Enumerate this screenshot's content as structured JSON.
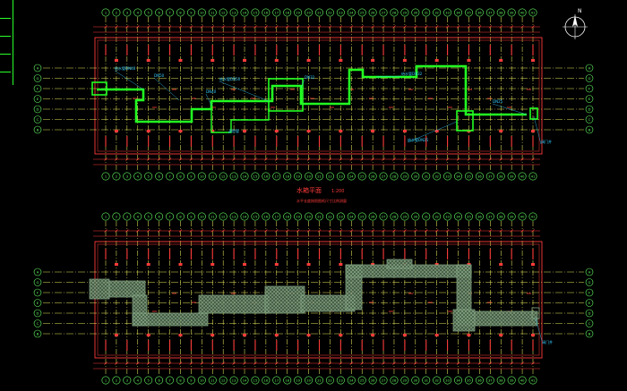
{
  "drawing": {
    "plan_title": "水箱平面",
    "plan_scale": "1:200",
    "plan_note": "水平长度按照图纸尺寸比例测量",
    "north_label": "N",
    "colors": {
      "background": "#000000",
      "axis_line": "#ffff66",
      "wall": "#ff3b3b",
      "grid_bubble": "#66ff66",
      "pipe": "#22ff22",
      "hatch": "#88aa88",
      "annotation": "#33ccff"
    }
  },
  "grid": {
    "columns_top": [
      "1",
      "2",
      "3",
      "4",
      "5",
      "6",
      "7",
      "8",
      "9",
      "10",
      "11",
      "12",
      "13",
      "14",
      "15",
      "16",
      "17",
      "18",
      "19",
      "20",
      "21",
      "22",
      "23",
      "24",
      "25",
      "26",
      "27",
      "28",
      "29",
      "30",
      "31",
      "32",
      "33",
      "34",
      "35",
      "36",
      "37",
      "38",
      "39",
      "40",
      "41"
    ],
    "columns_bottom": [
      "1",
      "2",
      "3",
      "4",
      "5",
      "6",
      "7",
      "8",
      "9",
      "10",
      "11",
      "12",
      "13",
      "14",
      "15",
      "16",
      "17",
      "18",
      "19",
      "20",
      "21",
      "22",
      "23",
      "24",
      "25",
      "26",
      "27",
      "28",
      "29",
      "30",
      "31",
      "32",
      "33",
      "34",
      "35",
      "36",
      "37",
      "38",
      "39",
      "40",
      "41"
    ],
    "rows": [
      "H",
      "G",
      "F",
      "E",
      "D",
      "C",
      "B"
    ]
  },
  "upper_plan": {
    "labels": [
      "给水管DN40",
      "DN50",
      "给水管DN50",
      "DN40",
      "DN32",
      "给水管DN32",
      "消防管",
      "给水管DN25",
      "阀门井",
      "DN25"
    ]
  },
  "lower_plan": {
    "labels": [
      "阀门井"
    ]
  }
}
